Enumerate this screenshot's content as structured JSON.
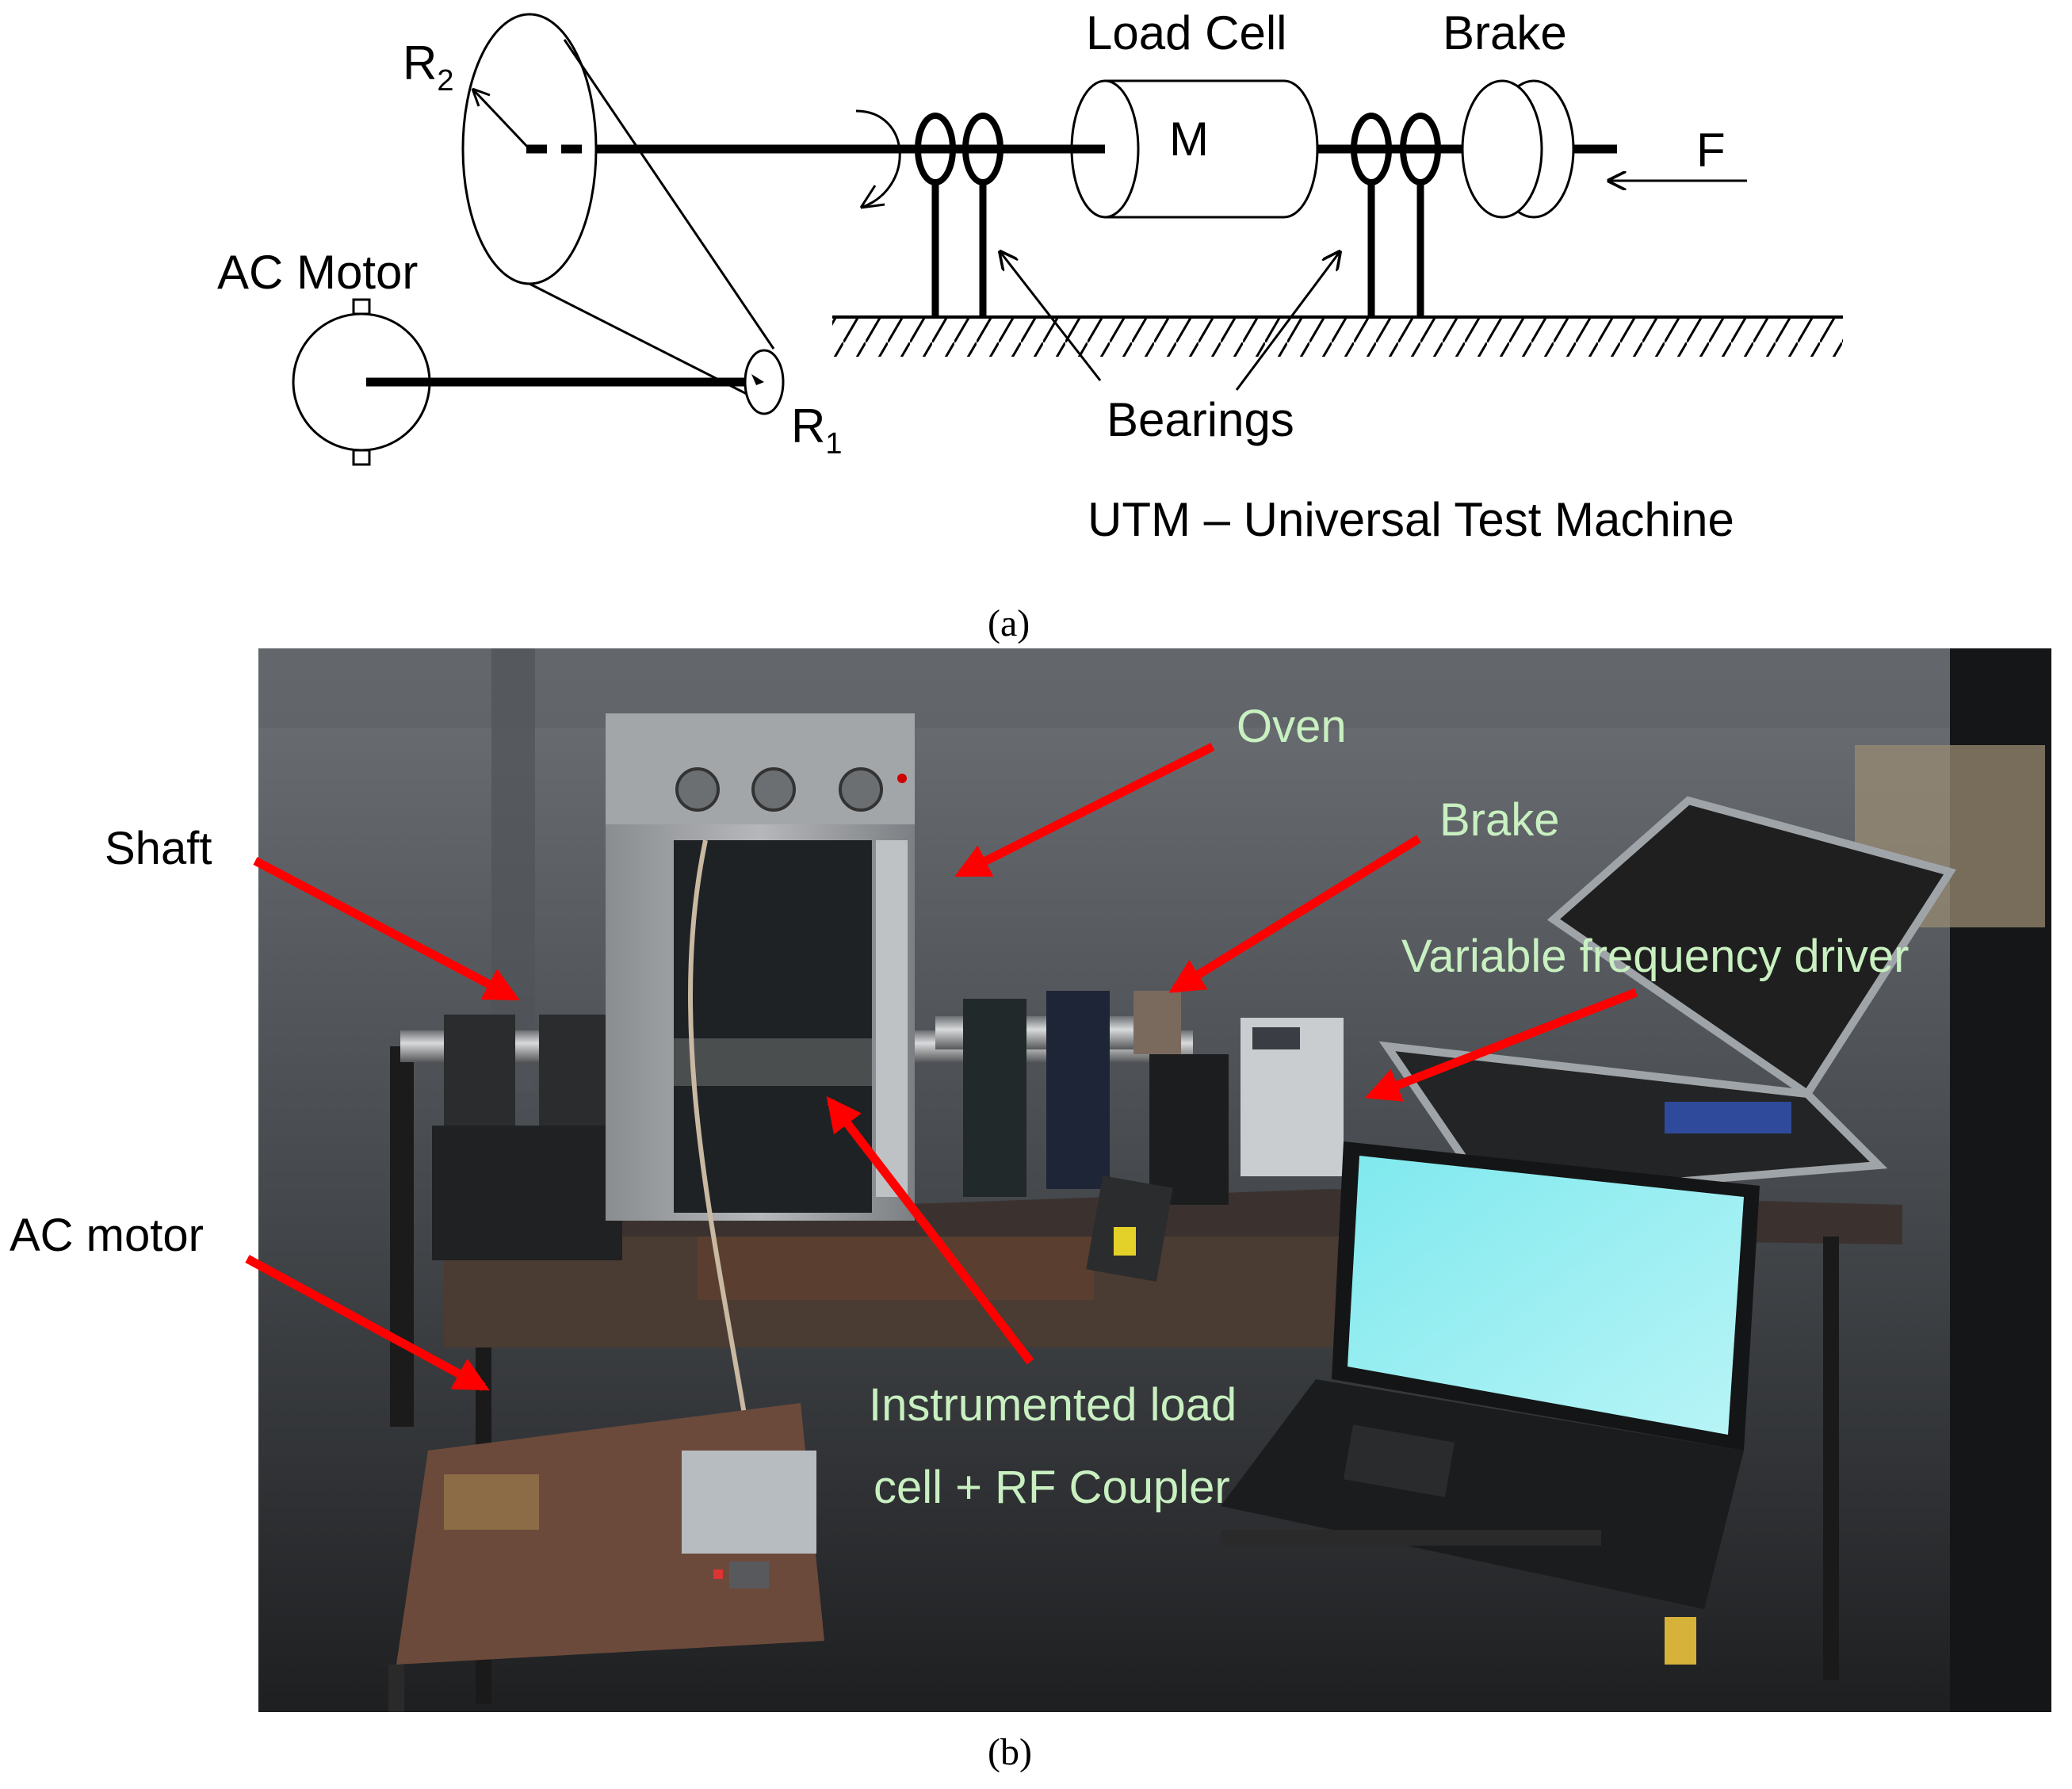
{
  "panel_a": {
    "labels": {
      "r2": "R",
      "r2_sub": "2",
      "r1": "R",
      "r1_sub": "1",
      "ac_motor": "AC Motor",
      "load_cell": "Load Cell",
      "brake": "Brake",
      "m": "M",
      "f": "F",
      "bearings": "Bearings",
      "utm": "UTM – Universal Test Machine"
    },
    "caption": "(a)"
  },
  "panel_b": {
    "labels": {
      "oven": "Oven",
      "brake": "Brake",
      "shaft": "Shaft",
      "vfd": "Variable frequency driver",
      "ac_motor": "AC motor",
      "load_cell_line1": "Instrumented load",
      "load_cell_line2": "cell + RF Coupler"
    },
    "caption": "(b)",
    "colors": {
      "arrow": "#ff0000",
      "label_light": "#c8f0c0",
      "label_dark": "#000000",
      "background": "#3a3d40"
    }
  }
}
